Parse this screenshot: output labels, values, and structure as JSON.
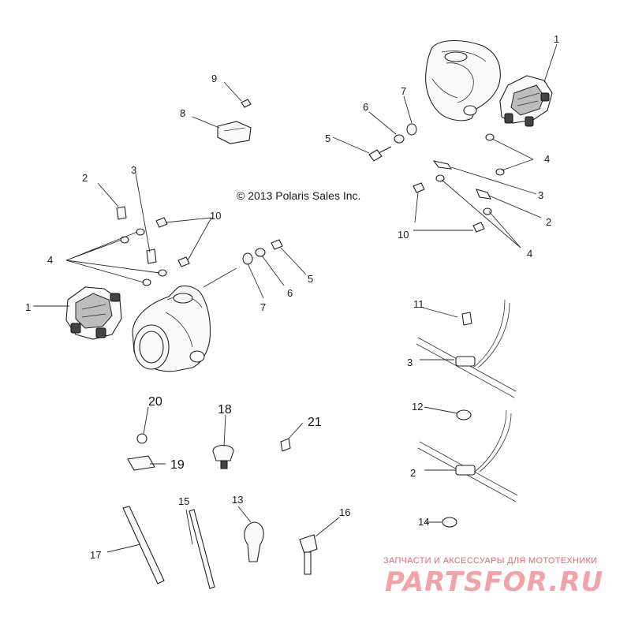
{
  "copyright": "© 2013 Polaris Sales Inc.",
  "watermark": {
    "caption": "ЗАПЧАСТИ И АКСЕССУАРЫ ДЛЯ МОТОТЕХНИКИ",
    "logo": "PARTSFOR.RU"
  },
  "callouts": [
    "1",
    "2",
    "3",
    "4",
    "5",
    "6",
    "7",
    "8",
    "9",
    "10",
    "11",
    "12",
    "13",
    "14",
    "15",
    "16",
    "17",
    "18",
    "19",
    "20",
    "21"
  ],
  "colors": {
    "line": "#222222",
    "watermark": "#e06a73"
  }
}
